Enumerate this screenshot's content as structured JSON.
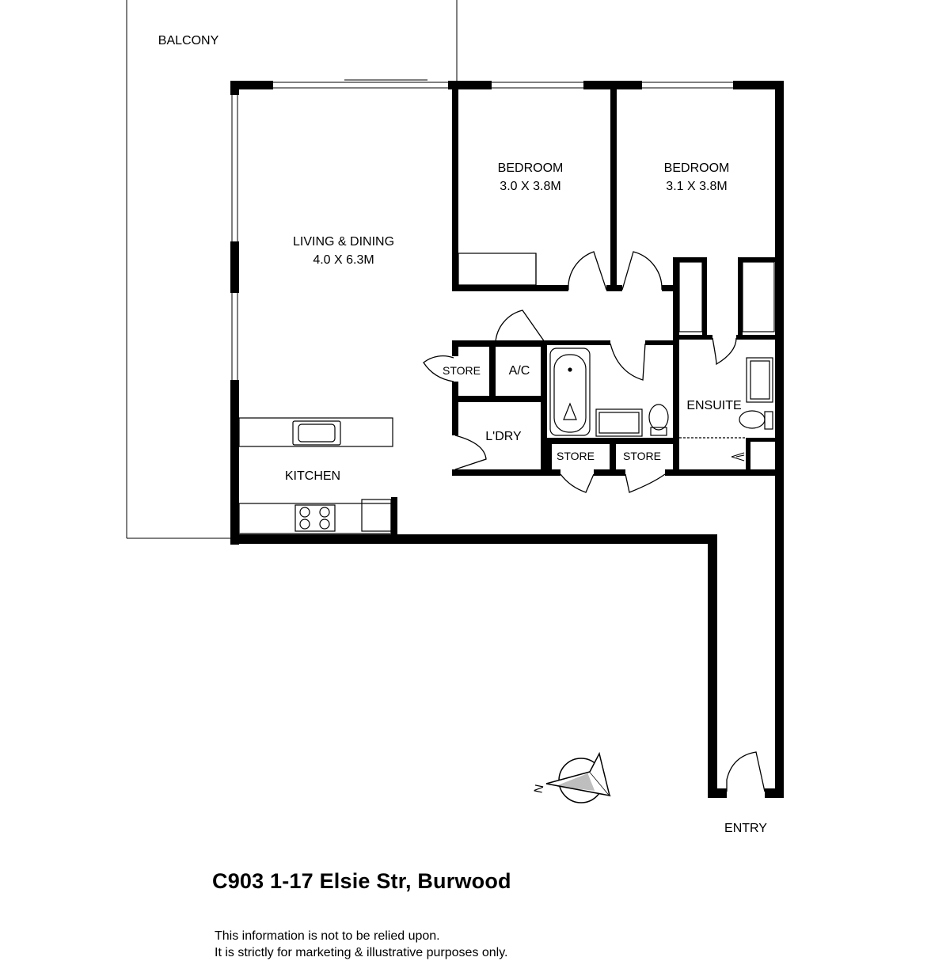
{
  "property": {
    "title": "C903 1-17 Elsie Str, Burwood",
    "disclaimer_line1": "This information is not to be relied upon.",
    "disclaimer_line2": "It is strictly for marketing & illustrative purposes only."
  },
  "rooms": {
    "balcony": "BALCONY",
    "living": {
      "name": "LIVING & DINING",
      "size": "4.0 X 6.3M"
    },
    "bedroom1": {
      "name": "BEDROOM",
      "size": "3.0 X 3.8M"
    },
    "bedroom2": {
      "name": "BEDROOM",
      "size": "3.1 X 3.8M"
    },
    "store1": "STORE",
    "ac": "A/C",
    "laundry": "L'DRY",
    "store2": "STORE",
    "store3": "STORE",
    "ensuite": "ENSUITE",
    "kitchen": "KITCHEN",
    "entry": "ENTRY"
  },
  "compass": {
    "letter": "N",
    "icon": "north-arrow-icon"
  }
}
